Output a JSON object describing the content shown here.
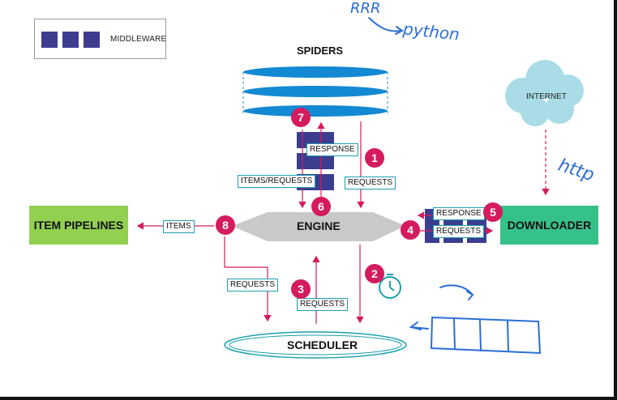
{
  "legend": {
    "label": "MIDDLEWARE"
  },
  "components": {
    "spiders": "SPIDERS",
    "engine": "ENGINE",
    "scheduler": "SCHEDULER",
    "downloader": "DOWNLOADER",
    "item_pipelines": "ITEM PIPELINES",
    "internet": "INTERNET"
  },
  "tags": {
    "response_spider": "RESPONSE",
    "items_requests": "ITEMS/REQUESTS",
    "requests_1": "REQUESTS",
    "items": "ITEMS",
    "requests_8": "REQUESTS",
    "requests_3": "REQUESTS",
    "response_downloader": "RESPONSE",
    "requests_downloader": "REQUESTS"
  },
  "steps": [
    "1",
    "2",
    "3",
    "4",
    "5",
    "6",
    "7",
    "8"
  ],
  "handwriting": {
    "top_a": "RRR",
    "top_b": "python",
    "right": "http"
  },
  "colors": {
    "accent_pink": "#d41b5d",
    "middleware_purple": "#3c3d8f",
    "spider_blue": "#1389d3",
    "pipeline_green": "#92d050",
    "downloader_green": "#36c08a",
    "cloud": "#a9dce6",
    "scheduler_teal": "#1ca0b0",
    "ink_blue": "#2b6fd6"
  }
}
